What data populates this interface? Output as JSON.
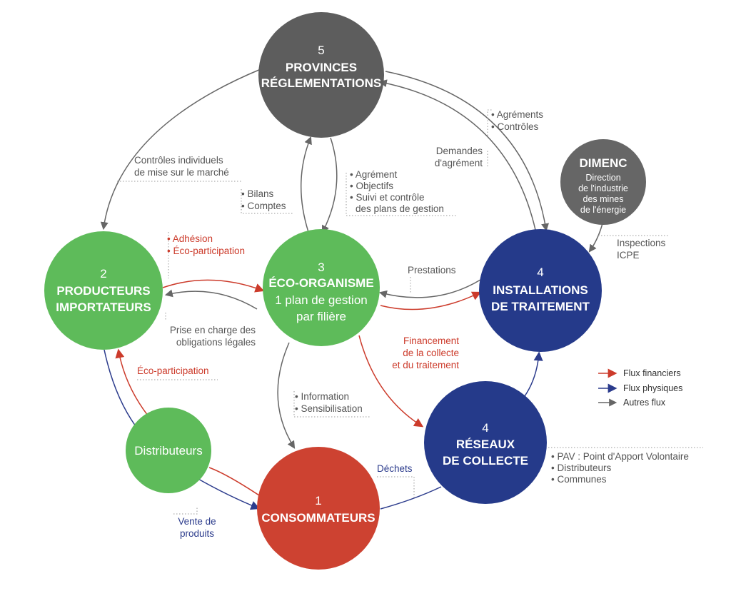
{
  "colors": {
    "gray": "#5d5d5d",
    "green": "#5ebb5a",
    "navy": "#253a8a",
    "red": "#cd4231",
    "dimenc": "#666666",
    "arrow_red": "#cc3b2b",
    "arrow_blue": "#2b3b8c",
    "arrow_gray": "#666666"
  },
  "nodes": {
    "provinces": {
      "number": "5",
      "line1": "PROVINCES",
      "line2": "RÉGLEMENTATIONS"
    },
    "producteurs": {
      "number": "2",
      "line1": "PRODUCTEURS",
      "line2": "IMPORTATEURS"
    },
    "eco": {
      "number": "3",
      "line1": "ÉCO-ORGANISME",
      "line2": "1 plan de gestion",
      "line3": "par filière"
    },
    "installations": {
      "number": "4",
      "line1": "INSTALLATIONS",
      "line2": "DE TRAITEMENT"
    },
    "dimenc": {
      "title": "DIMENC",
      "line1": "Direction",
      "line2": "de l'industrie",
      "line3": "des mines",
      "line4": "de l'énergie"
    },
    "reseaux": {
      "number": "4",
      "line1": "RÉSEAUX",
      "line2": "DE COLLECTE"
    },
    "distributeurs": {
      "label": "Distributeurs"
    },
    "consommateurs": {
      "number": "1",
      "label": "CONSOMMATEURS"
    }
  },
  "labels": {
    "controles_1": "Contrôles individuels",
    "controles_2": "de mise sur le marché",
    "agrements_1": "• Agréments",
    "agrements_2": "• Contrôles",
    "demandes_1": "Demandes",
    "demandes_2": "d'agrément",
    "agrement_1": "• Agrément",
    "agrement_2": "• Objectifs",
    "agrement_3": "• Suivi et contrôle",
    "agrement_4": "des plans de gestion",
    "bilans_1": "• Bilans",
    "bilans_2": "• Comptes",
    "adhesion_1": "• Adhésion",
    "adhesion_2": "• Éco-participation",
    "prestations": "Prestations",
    "inspections_1": "Inspections",
    "inspections_2": "ICPE",
    "prise_1": "Prise en charge des",
    "prise_2": "obligations légales",
    "financement_1": "Financement",
    "financement_2": "de la collecte",
    "financement_3": "et du traitement",
    "ecoparticipation": "Éco-participation",
    "information_1": "• Information",
    "information_2": "• Sensibilisation",
    "pav_1": "• PAV : Point d'Apport Volontaire",
    "pav_2": "• Distributeurs",
    "pav_3": "• Communes",
    "dechets": "Déchets",
    "vente_1": "Vente de",
    "vente_2": "produits"
  },
  "legend": {
    "financial": "Flux financiers",
    "physical": "Flux physiques",
    "other": "Autres flux"
  }
}
